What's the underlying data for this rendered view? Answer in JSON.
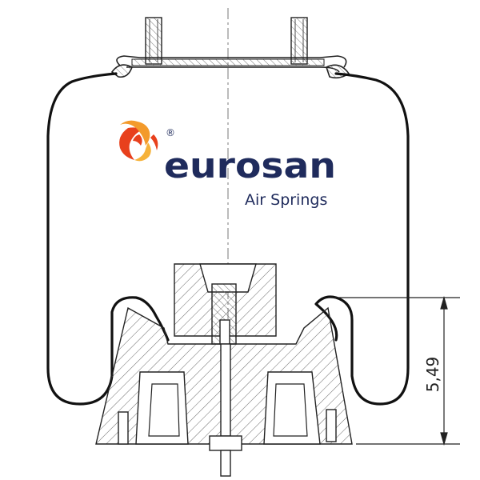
{
  "brand": {
    "name": "eurosan",
    "tagline": "Air Springs",
    "registered_mark": "®",
    "colors": {
      "name": "#1f2b5c",
      "logo_orange": "#f39a2b",
      "logo_red": "#e8401c"
    }
  },
  "drawing": {
    "dimension_label": "5,49",
    "line_color": "#1a1a1a",
    "hatch_color": "#555555"
  }
}
